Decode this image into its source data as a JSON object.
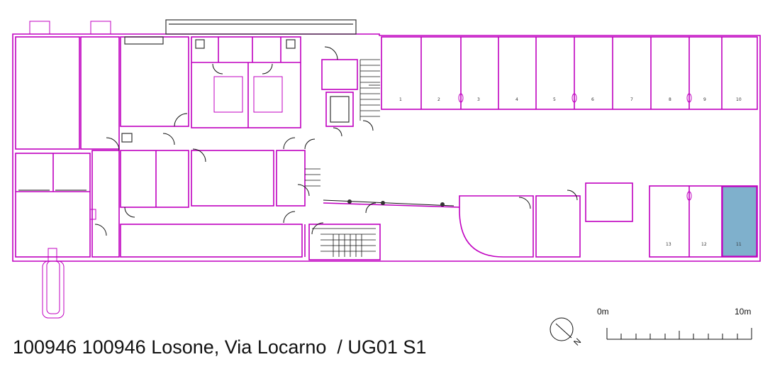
{
  "title": "100946 100946 Losone, Via Locarno  / UG01 S1",
  "scale": {
    "start_label": "0m",
    "end_label": "10m"
  },
  "north_label": "N",
  "colors": {
    "wall": "#c000c0",
    "highlight": "#7fb0cc",
    "line": "#111111"
  },
  "storage_units": [
    {
      "id": "1",
      "label": "1"
    },
    {
      "id": "2",
      "label": "2"
    },
    {
      "id": "3",
      "label": "3"
    },
    {
      "id": "4",
      "label": "4"
    },
    {
      "id": "5",
      "label": "5"
    },
    {
      "id": "6",
      "label": "6"
    },
    {
      "id": "7",
      "label": "7"
    },
    {
      "id": "8",
      "label": "8"
    },
    {
      "id": "9",
      "label": "9"
    },
    {
      "id": "10",
      "label": "10"
    },
    {
      "id": "11",
      "label": "11",
      "highlighted": true
    },
    {
      "id": "12",
      "label": "12"
    },
    {
      "id": "13",
      "label": "13"
    }
  ]
}
